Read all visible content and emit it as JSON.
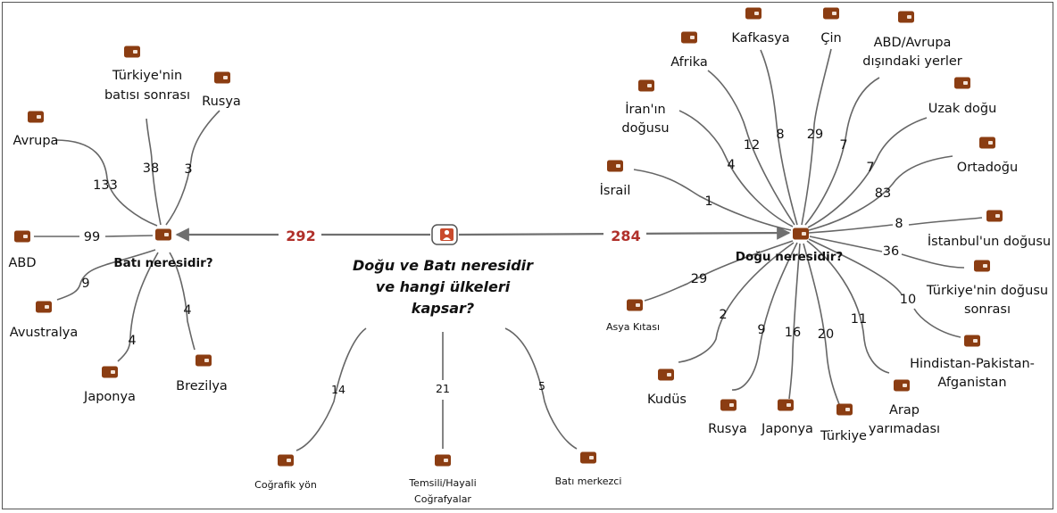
{
  "colors": {
    "code_icon": "#8b3d12",
    "main_count": "#b0302a",
    "edge": "#666666"
  },
  "question": {
    "lines": [
      "Doğu ve Batı neresidir",
      "ve hangi ülkeleri",
      "kapsar?"
    ],
    "icon": "group-people-icon"
  },
  "west": {
    "title": "Batı neresidir?",
    "total": "292",
    "codes": [
      {
        "label": [
          "Avrupa"
        ],
        "count": "133"
      },
      {
        "label": [
          "Türkiye'nin",
          "batısı sonrası"
        ],
        "count": "38"
      },
      {
        "label": [
          "Rusya"
        ],
        "count": "3"
      },
      {
        "label": [
          "ABD"
        ],
        "count": "99"
      },
      {
        "label": [
          "Avustralya"
        ],
        "count": "9"
      },
      {
        "label": [
          "Japonya"
        ],
        "count": "4"
      },
      {
        "label": [
          "Brezilya"
        ],
        "count": "4"
      }
    ]
  },
  "east": {
    "title": "Doğu neresidir?",
    "total": "284",
    "codes": [
      {
        "label": [
          "Afrika"
        ],
        "count": "12"
      },
      {
        "label": [
          "Kafkasya"
        ],
        "count": "8"
      },
      {
        "label": [
          "Çin"
        ],
        "count": "29"
      },
      {
        "label": [
          "ABD/Avrupa",
          "dışındaki yerler"
        ],
        "count": "7"
      },
      {
        "label": [
          "İran'ın",
          "doğusu"
        ],
        "count": "4"
      },
      {
        "label": [
          "Uzak doğu"
        ],
        "count": "7"
      },
      {
        "label": [
          "İsrail"
        ],
        "count": "1"
      },
      {
        "label": [
          "Ortadoğu"
        ],
        "count": "83"
      },
      {
        "label": [
          "İstanbul'un doğusu"
        ],
        "count": "8"
      },
      {
        "label": [
          "Türkiye'nin doğusu",
          "sonrası"
        ],
        "count": "36"
      },
      {
        "label": [
          "Hindistan-Pakistan-",
          "Afganistan"
        ],
        "count": "10"
      },
      {
        "label": [
          "Asya Kıtası"
        ],
        "count": "29"
      },
      {
        "label": [
          "Kudüs"
        ],
        "count": "2"
      },
      {
        "label": [
          "Rusya"
        ],
        "count": "9"
      },
      {
        "label": [
          "Japonya"
        ],
        "count": "16"
      },
      {
        "label": [
          "Türkiye"
        ],
        "count": "20"
      },
      {
        "label": [
          "Arap",
          "yarımadası"
        ],
        "count": "11"
      }
    ]
  },
  "other": {
    "codes": [
      {
        "label": [
          "Coğrafik yön"
        ],
        "count": "14"
      },
      {
        "label": [
          "Temsili/Hayali",
          "Coğrafyalar"
        ],
        "count": "21"
      },
      {
        "label": [
          "Batı merkezci"
        ],
        "count": "5"
      }
    ]
  }
}
